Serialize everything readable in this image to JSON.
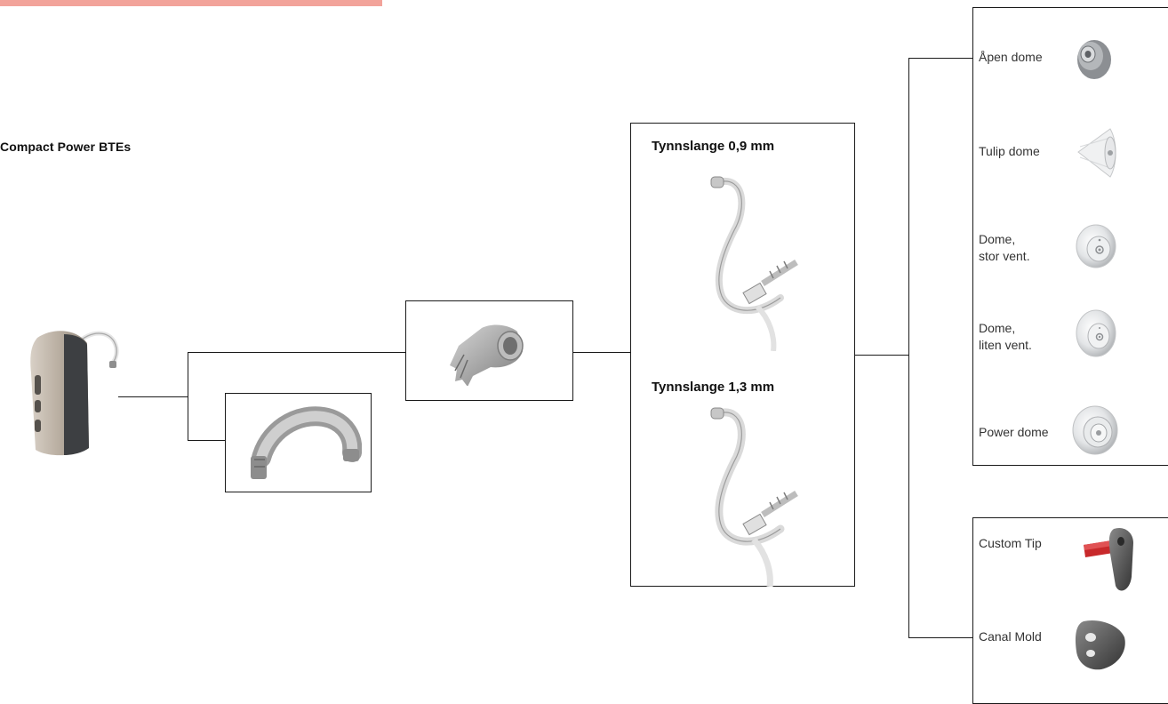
{
  "colors": {
    "accent": "#f2a39a",
    "line": "#1a1a1a",
    "custom_tip_red": "#c8292b"
  },
  "product_family": "Compact Power BTEs",
  "device": {
    "icon": "bte-hearing-aid-icon"
  },
  "adapters": [
    {
      "icon": "thin-tube-adapter-icon"
    },
    {
      "icon": "earhook-icon"
    }
  ],
  "tubes": [
    {
      "label": "Tynnslange 0,9 mm",
      "icon": "thin-tube-icon"
    },
    {
      "label": "Tynnslange 1,3 mm",
      "icon": "thin-tube-icon"
    }
  ],
  "domes": [
    {
      "label": "Åpen dome",
      "icon": "open-dome-icon"
    },
    {
      "label": "Tulip dome",
      "icon": "tulip-dome-icon"
    },
    {
      "label": "Dome,\nstor vent.",
      "icon": "dome-large-vent-icon"
    },
    {
      "label": "Dome,\nliten vent.",
      "icon": "dome-small-vent-icon"
    },
    {
      "label": "Power dome",
      "icon": "power-dome-icon"
    }
  ],
  "custom_options": [
    {
      "label": "Custom Tip",
      "icon": "custom-tip-icon"
    },
    {
      "label": "Canal Mold",
      "icon": "canal-mold-icon"
    }
  ]
}
